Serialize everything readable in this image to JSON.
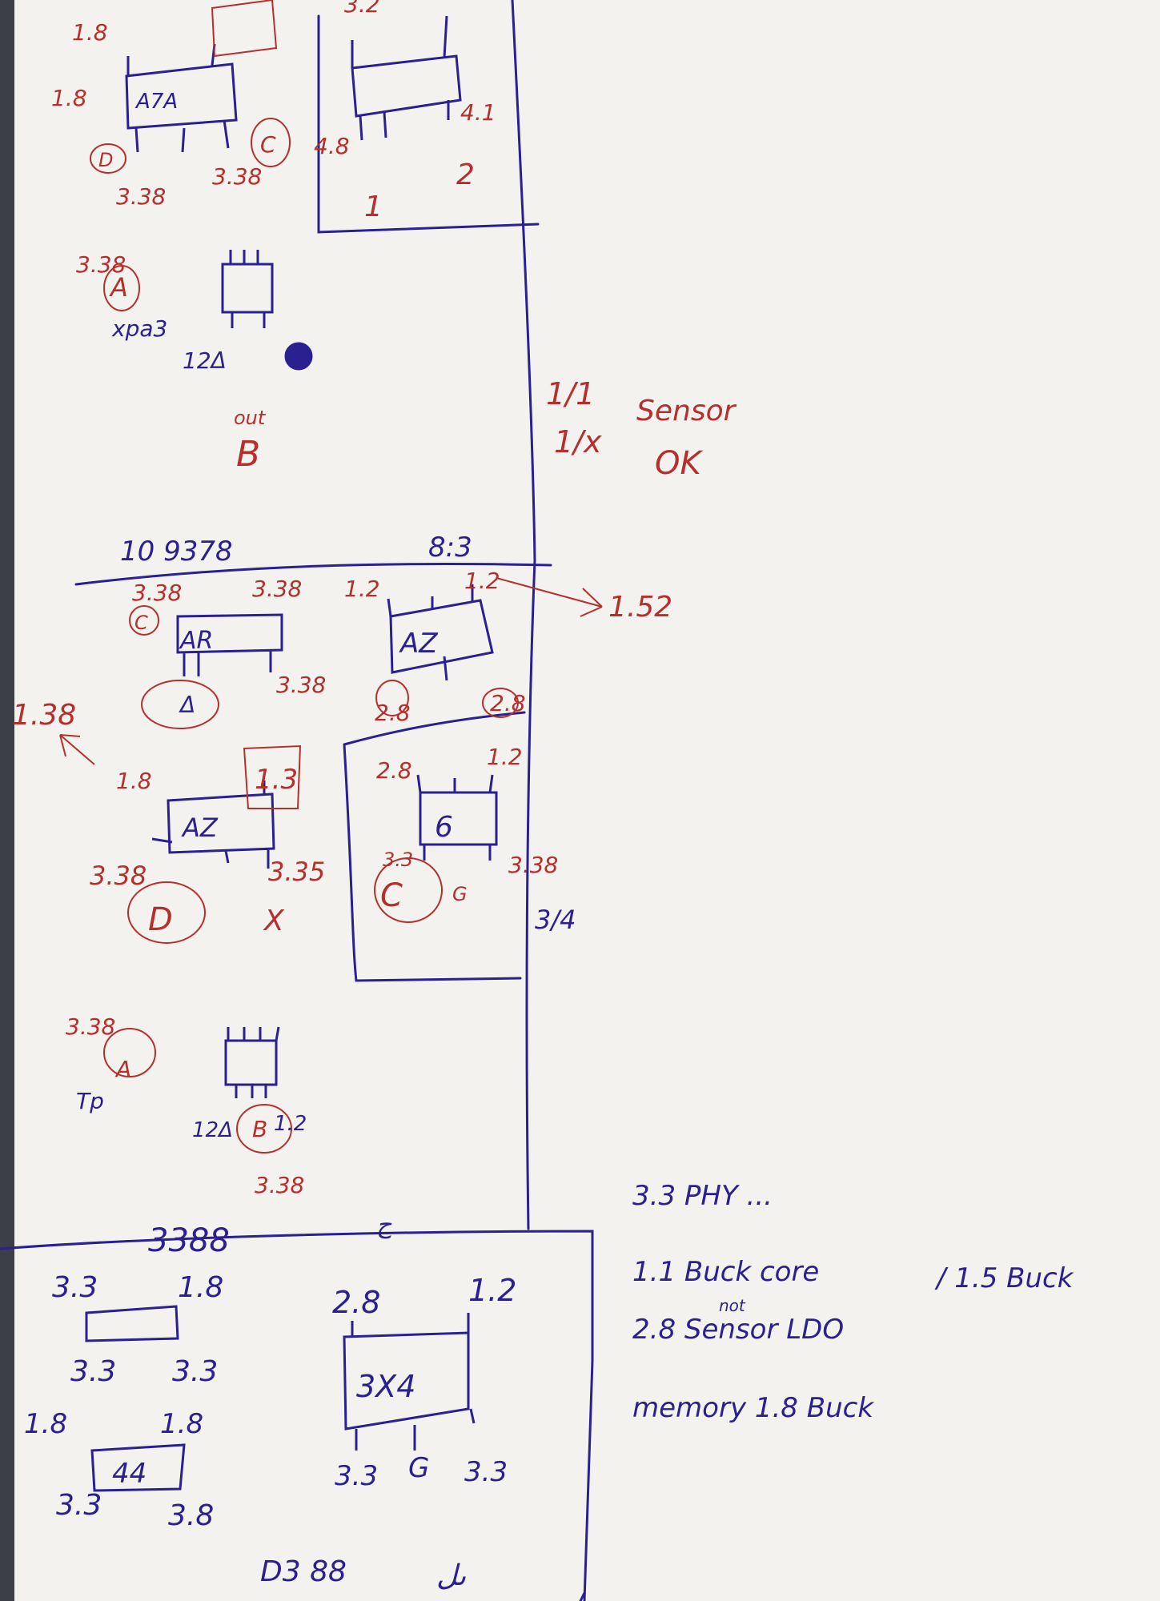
{
  "colors": {
    "ink_blue": "#2a2090",
    "ink_red": "#b5302c",
    "paper": "#f3f2ee"
  },
  "top_left": {
    "chip": "A7A",
    "v_a": "1.8",
    "v_b": "1.8",
    "pin_a": "3.38",
    "pin_b": "3.38",
    "circle_a": "D",
    "circle_c": "C"
  },
  "top_right": {
    "v_top": "3.2",
    "v_left": "4.8",
    "v_right": "4.1",
    "label_1": "1",
    "label_2": "2"
  },
  "small_chip_1": {
    "v": "3.38",
    "circle": "A",
    "note": "xpa3",
    "pin": "12Δ",
    "out_label": "out",
    "out_letter": "B"
  },
  "middle_notes": {
    "fraction_1": "1/1",
    "fraction_2": "1/x",
    "sensor": "Sensor",
    "ok": "OK"
  },
  "divider_text": {
    "left": "10 9378",
    "right": "8:3"
  },
  "chip_ar": {
    "label": "AR",
    "pin_tl": "3.38",
    "pin_tr": "3.38",
    "pin_br": "3.38",
    "circle": "C",
    "delta": "Δ"
  },
  "chip_az_top": {
    "label": "AZ",
    "v_left": "1.2",
    "v_right": "1.2",
    "pin_bl": "2.8",
    "pin_br": "2.8",
    "arrow_target": "1.52"
  },
  "side_arrow": {
    "label": "1.38"
  },
  "chip_az_mid": {
    "label": "AZ",
    "v_left": "1.8",
    "box": "1.3",
    "pin_bl": "3.38",
    "pin_br": "3.35",
    "circle": "D",
    "mark": "X"
  },
  "chip_6": {
    "label": "6",
    "v_left": "2.8",
    "v_right": "1.2",
    "pin_bl": "3.3",
    "pin_br": "3.38",
    "circle": "C",
    "g": "G",
    "box_label": "3/4"
  },
  "small_chip_2": {
    "v": "3.38",
    "circle": "A",
    "note": "Tp",
    "pin_l": "12Δ",
    "circle_b": "B",
    "pin_r": "1.2",
    "v_bottom": "3.38"
  },
  "bottom_section": {
    "header": "3388",
    "arrow_mark": "ح",
    "chip_left_top": {
      "v_tl": "3.3",
      "v_tr": "1.8",
      "v_bl": "3.3",
      "v_br": "3.3"
    },
    "chip_44": {
      "label": "44",
      "v_tl": "1.8",
      "v_tr": "1.8",
      "v_bl": "3.3",
      "v_br": "3.8"
    },
    "chip_3x4": {
      "label": "3X4",
      "v_tl": "2.8",
      "v_tr": "1.2",
      "pin_1": "3.3",
      "pin_2": "G",
      "pin_3": "3.3"
    },
    "footer": "D3 88",
    "footer_mark": "ىل"
  },
  "legend": {
    "line_1": "3.3 PHY ...",
    "line_2a": "1.1 Buck core",
    "line_2b": "/ 1.5 Buck",
    "line_3_sup": "not",
    "line_3": "2.8 Sensor LDO",
    "line_4": "memory 1.8 Buck"
  }
}
